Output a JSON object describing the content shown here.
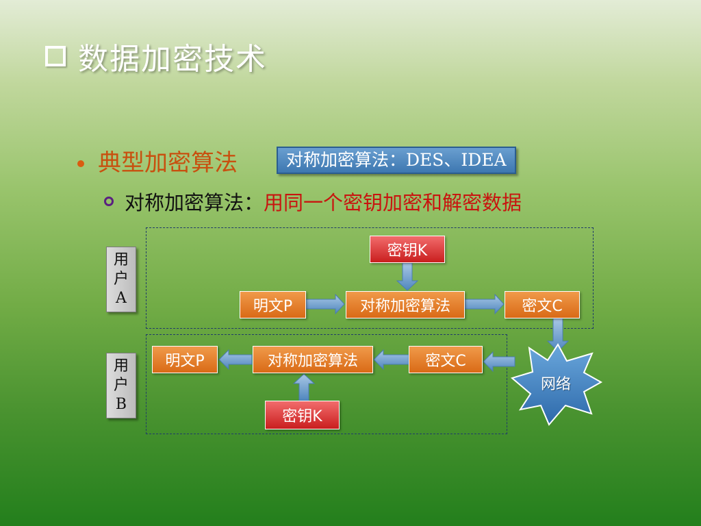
{
  "title": "数据加密技术",
  "bullet1": {
    "label": "典型加密算法",
    "callout": "对称加密算法：DES、IDEA"
  },
  "bullet2": {
    "label": "对称加密算法：",
    "definition": "用同一个密钥加密和解密数据"
  },
  "diagram": {
    "user_a": [
      "用",
      "户",
      "A"
    ],
    "user_b": [
      "用",
      "户",
      "B"
    ],
    "key_a": "密钥K",
    "plaintext_a": "明文P",
    "algorithm_a": "对称加密算法",
    "ciphertext_a": "密文C",
    "plaintext_b": "明文P",
    "algorithm_b": "对称加密算法",
    "ciphertext_b": "密文C",
    "key_b": "密钥K",
    "network": "网络"
  },
  "colors": {
    "title_text": "#ffffff",
    "heading_orange": "#c8500f",
    "definition_red": "#c8140f",
    "callout_blue": "#3d77b0",
    "box_orange": "#e07a22",
    "box_red": "#e03a3a",
    "arrow_blue": "#6e9cc8",
    "network_blue": "#3a7cc0"
  }
}
